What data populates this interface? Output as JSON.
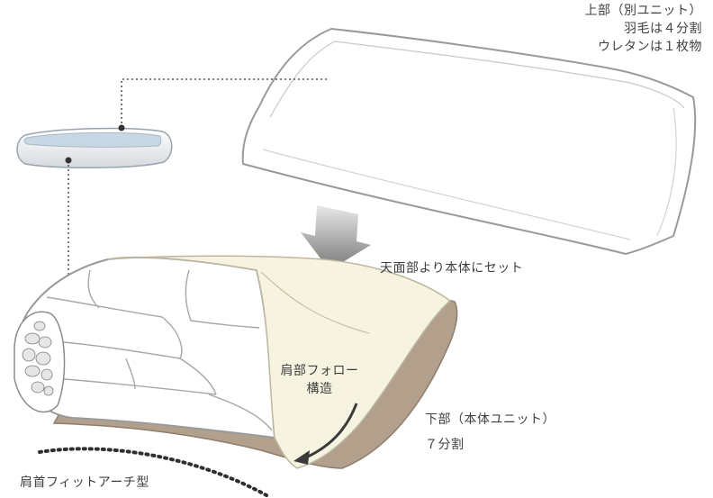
{
  "labels": {
    "upper_unit": {
      "line1": "上部（別ユニット）",
      "line2": "羽毛は４分割",
      "line3": "ウレタンは１枚物"
    },
    "set_instruction": "天面部より本体にセット",
    "shoulder_follow": {
      "line1": "肩部フォロー",
      "line2": "構造"
    },
    "lower_unit": {
      "line1": "下部（本体ユニット）",
      "line2": "７分割"
    },
    "neck_arch": "肩首フィットアーチ型"
  },
  "colors": {
    "outline": "#9a9a9a",
    "pillow_fill": "#ffffff",
    "cream_layer": "#f6f3e1",
    "brown_base": "#b2a08d",
    "arrow_gray": "#8a8a8a",
    "dotted_line": "#555555",
    "insert_blue": "#c7d7e3",
    "insert_gray": "#dfe2e6",
    "text": "#3f3f3f"
  }
}
